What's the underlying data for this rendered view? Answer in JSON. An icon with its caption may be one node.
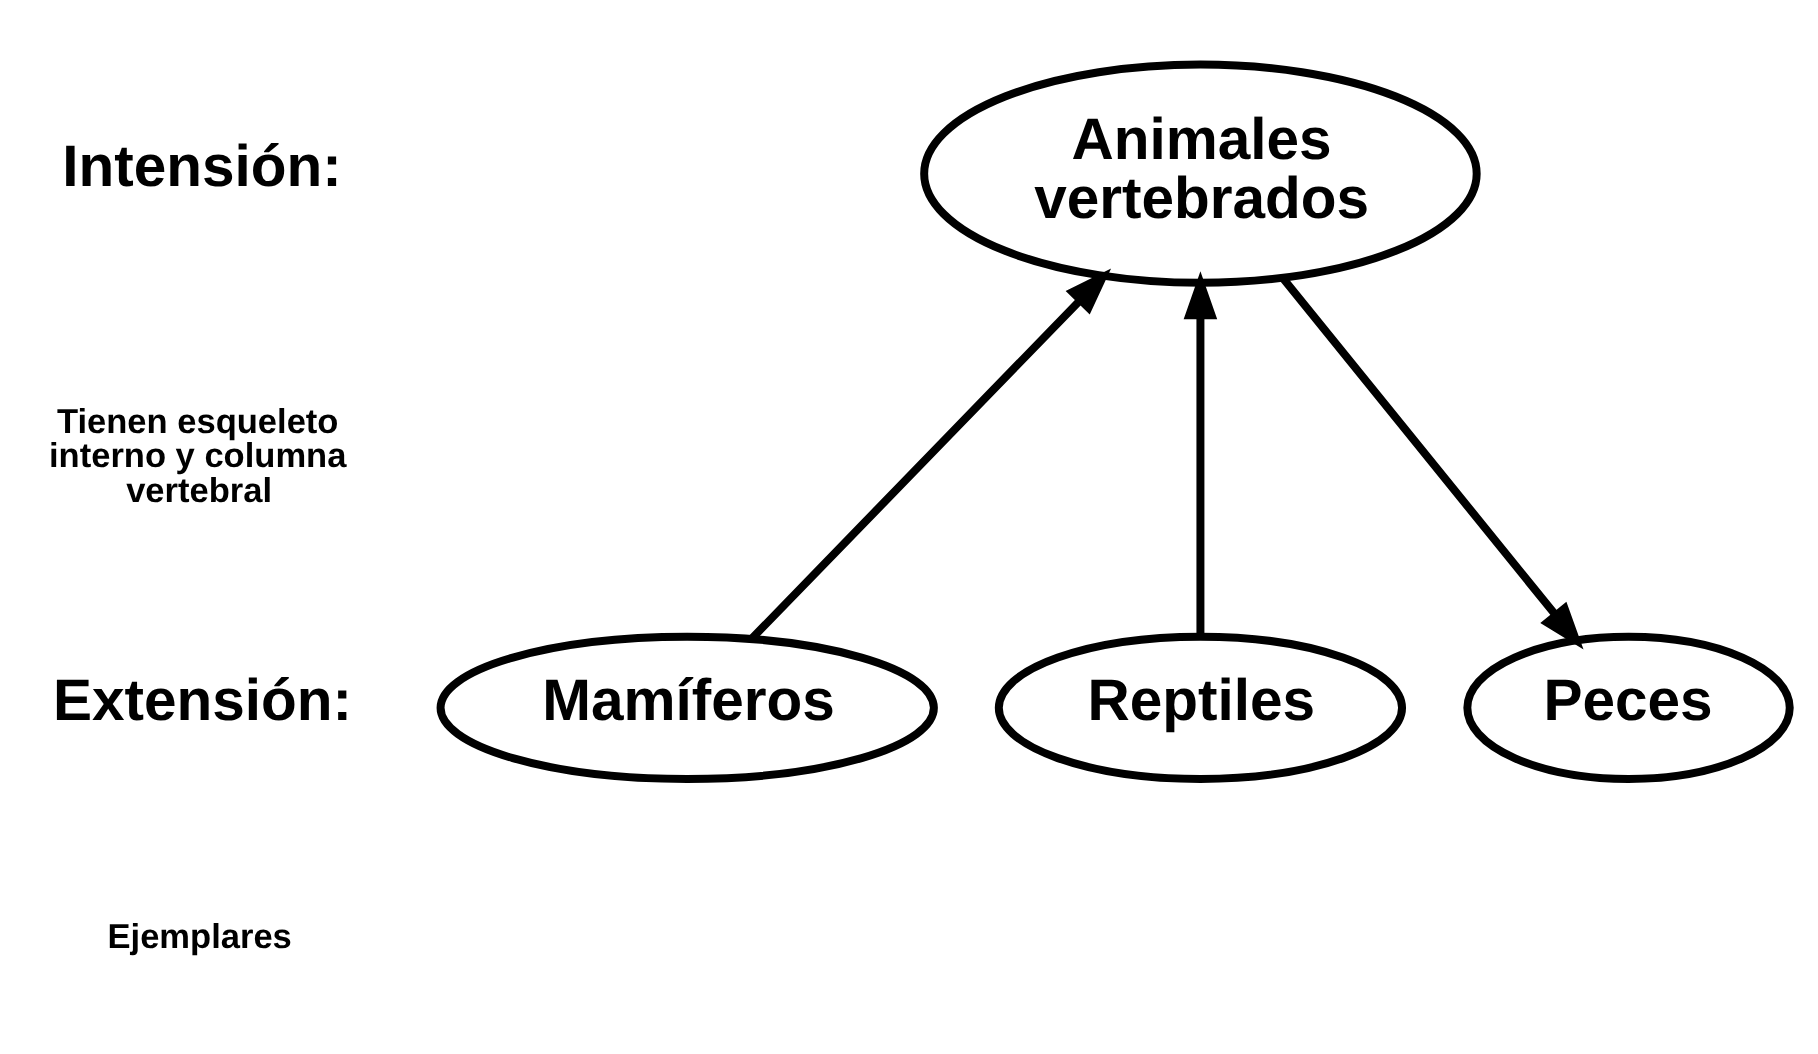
{
  "diagram": {
    "nodes": [
      {
        "text": [
          "Animales vertebrados"
        ]
      },
      {
        "text": [
          "Mamíferos"
        ]
      },
      {
        "text": [
          "Reptiles"
        ]
      },
      {
        "text": [
          "Peces"
        ]
      }
    ],
    "edges": [
      {
        "from": 1,
        "to": 0,
        "arrow": "to"
      },
      {
        "from": 2,
        "to": 0,
        "arrow": "to"
      },
      {
        "from": 0,
        "to": 3,
        "arrow": "to"
      }
    ],
    "labels": [
      "Intensión:",
      "Tienen esqueleto interno y columna vertebral",
      "Extensión:",
      "Ejemplares"
    ]
  }
}
